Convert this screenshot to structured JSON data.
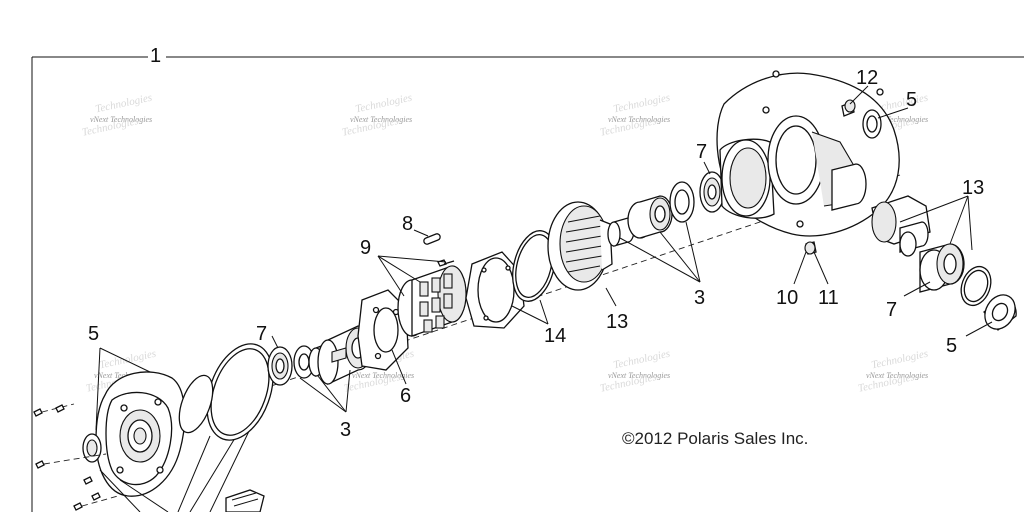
{
  "diagram": {
    "frame_label": "1",
    "callouts": {
      "n12": "12",
      "n5_top": "5",
      "n7_top": "7",
      "n13_right": "13",
      "n8": "8",
      "n9": "9",
      "n3_center": "3",
      "n13_center": "13",
      "n14": "14",
      "n10": "10",
      "n11": "11",
      "n7_right": "7",
      "n5_right": "5",
      "n5_left": "5",
      "n7_left": "7",
      "n6": "6",
      "n3_left": "3"
    },
    "watermark": {
      "line1": "vNext Technologies",
      "line2": "Technologies"
    },
    "copyright": "©2012 Polaris Sales Inc."
  }
}
